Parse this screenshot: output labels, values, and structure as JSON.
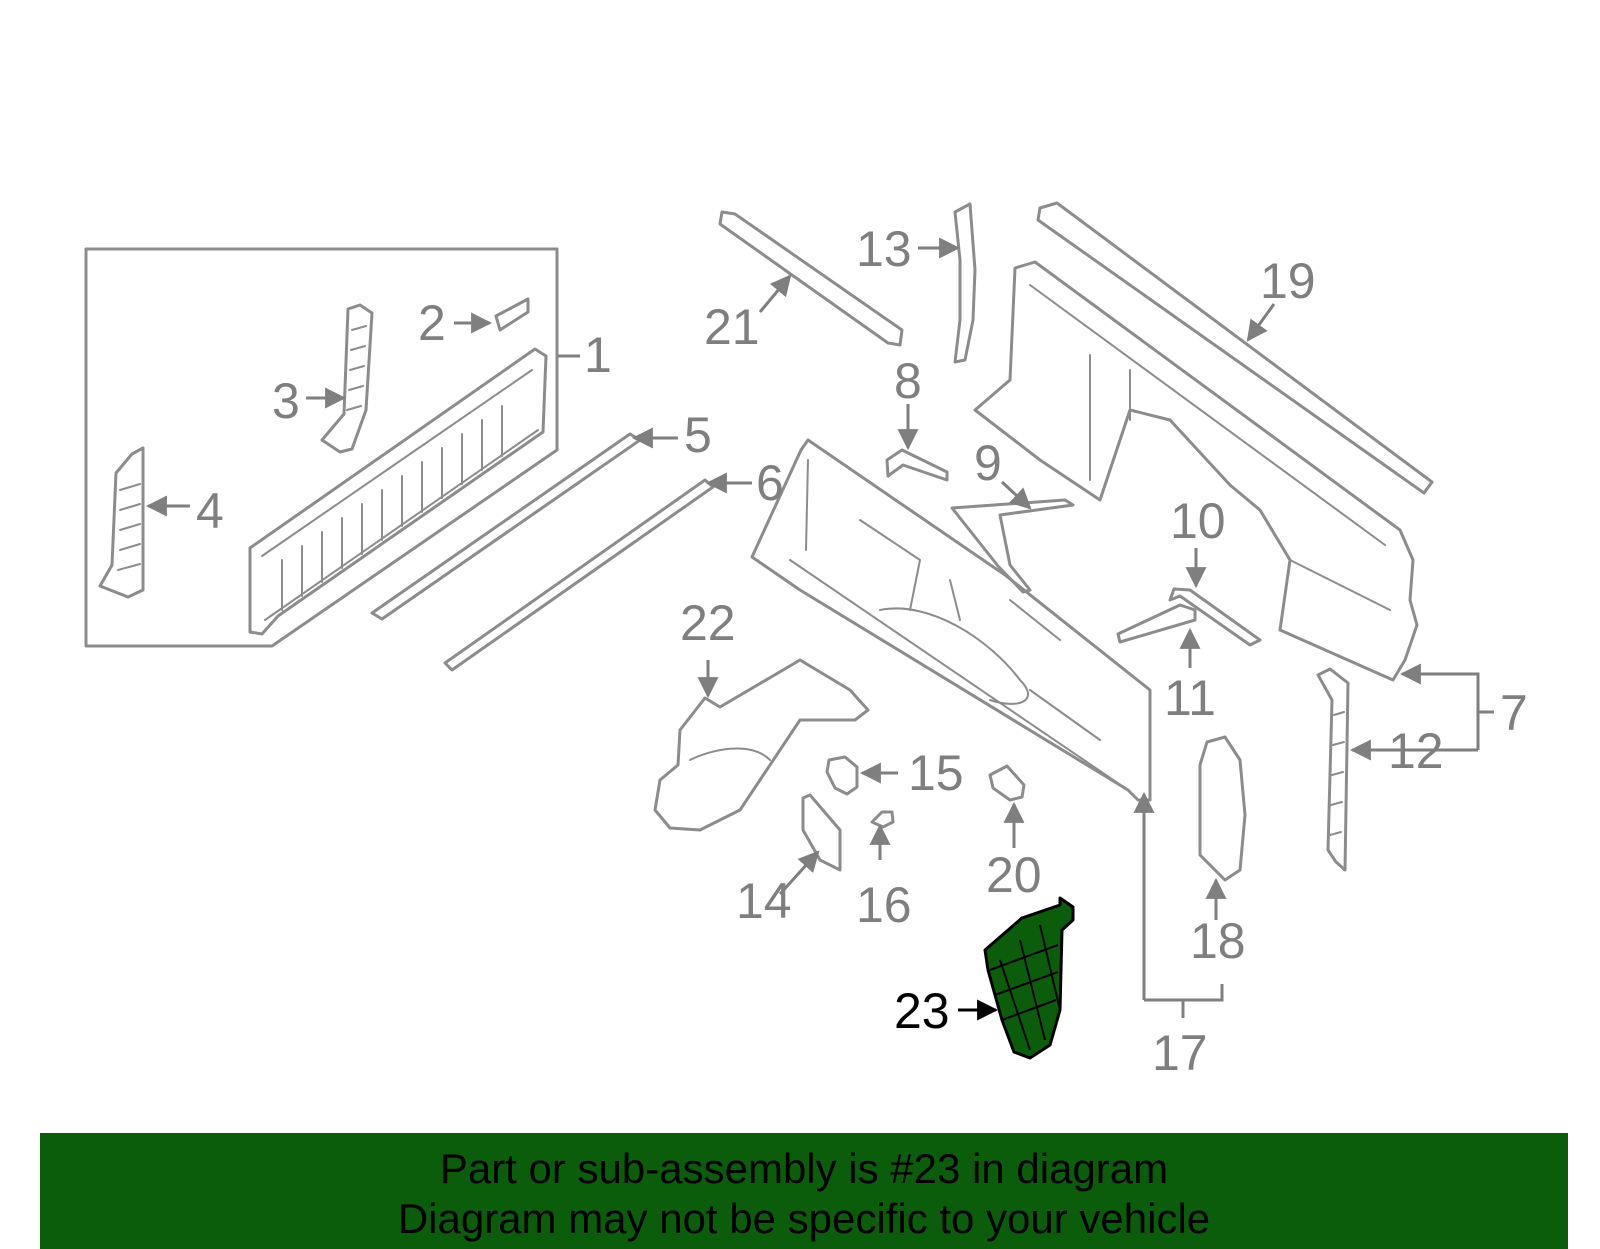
{
  "callouts": {
    "c1": "1",
    "c2": "2",
    "c3": "3",
    "c4": "4",
    "c5": "5",
    "c6": "6",
    "c7": "7",
    "c8": "8",
    "c9": "9",
    "c10": "10",
    "c11": "11",
    "c12": "12",
    "c13": "13",
    "c14": "14",
    "c15": "15",
    "c16": "16",
    "c17": "17",
    "c18": "18",
    "c19": "19",
    "c20": "20",
    "c21": "21",
    "c22": "22",
    "c23": "23"
  },
  "highlight": {
    "part": "23",
    "color": "#0b5d0b",
    "outline": "#000000"
  },
  "colors": {
    "line": "#8c8c8c",
    "label": "#7f7f7f",
    "banner": "#0b5d0b"
  },
  "banner": {
    "line1": "Part or sub-assembly is #23 in diagram",
    "line2": "Diagram may not be specific to your vehicle"
  }
}
